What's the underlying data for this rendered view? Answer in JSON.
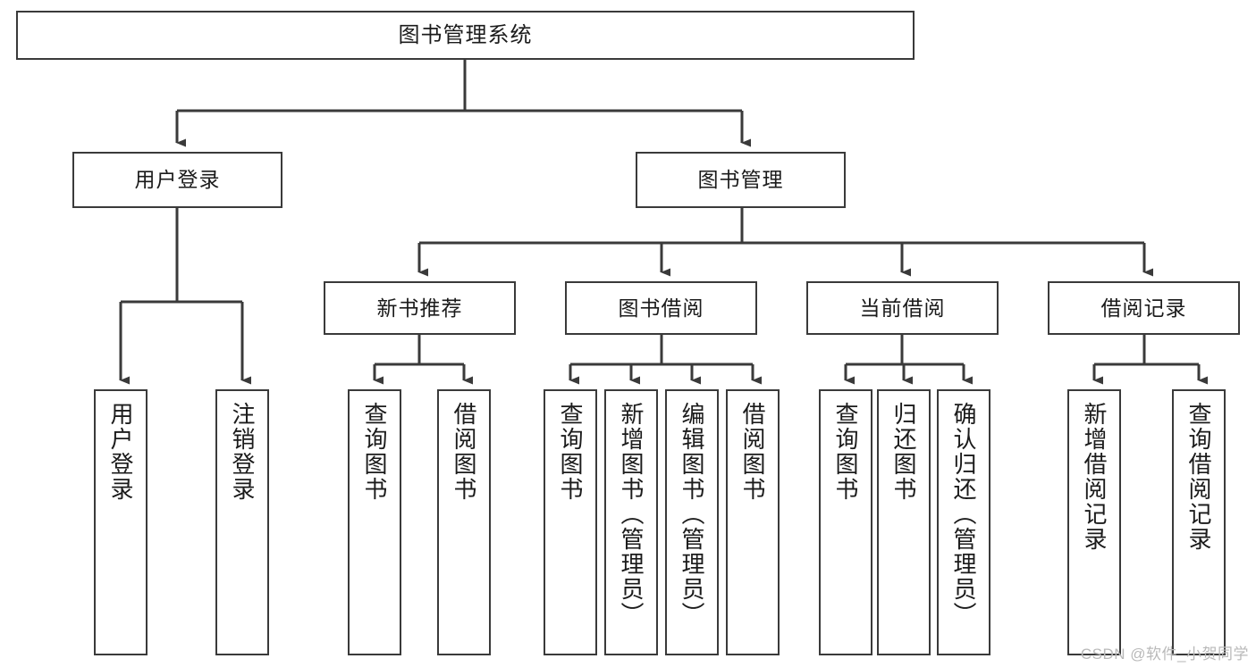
{
  "diagram": {
    "title": "图书管理系统",
    "type": "tree",
    "stroke_color": "#3a3a3a",
    "fill_color": "#ffffff",
    "text_color": "#1b1b1b",
    "watermark": "CSDN @软件_小贺同学",
    "levels": {
      "root": {
        "label": "图书管理系统"
      },
      "level2": [
        {
          "label": "用户登录"
        },
        {
          "label": "图书管理"
        }
      ],
      "level3": [
        {
          "label": "新书推荐"
        },
        {
          "label": "图书借阅"
        },
        {
          "label": "当前借阅"
        },
        {
          "label": "借阅记录"
        }
      ],
      "leaves": [
        {
          "label": "用户登录",
          "parent": "用户登录"
        },
        {
          "label": "注销登录",
          "parent": "用户登录"
        },
        {
          "label": "查询图书",
          "parent": "新书推荐"
        },
        {
          "label": "借阅图书",
          "parent": "新书推荐"
        },
        {
          "label": "查询图书",
          "parent": "图书借阅"
        },
        {
          "label": "新增图书（管理员）",
          "parent": "图书借阅"
        },
        {
          "label": "编辑图书（管理员）",
          "parent": "图书借阅"
        },
        {
          "label": "借阅图书",
          "parent": "图书借阅"
        },
        {
          "label": "查询图书",
          "parent": "当前借阅"
        },
        {
          "label": "归还图书",
          "parent": "当前借阅"
        },
        {
          "label": "确认归还（管理员）",
          "parent": "当前借阅"
        },
        {
          "label": "新增借阅记录",
          "parent": "借阅记录"
        },
        {
          "label": "查询借阅记录",
          "parent": "借阅记录"
        }
      ]
    }
  }
}
